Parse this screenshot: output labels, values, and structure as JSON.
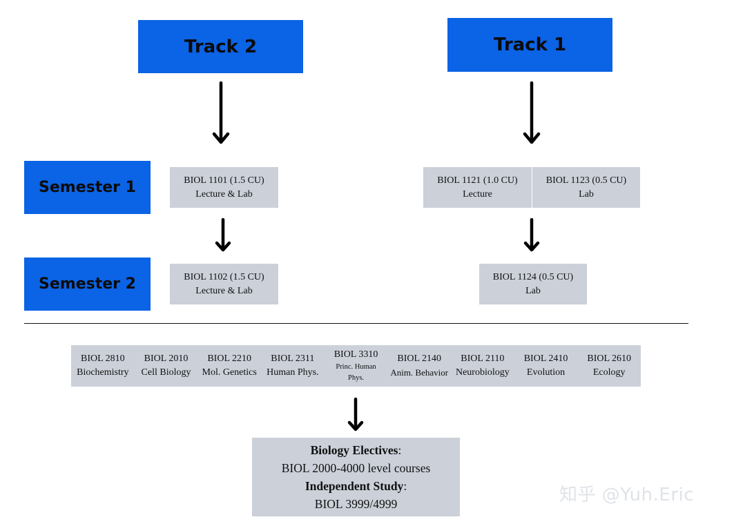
{
  "tracks": {
    "track2": "Track 2",
    "track1": "Track 1"
  },
  "semesters": {
    "s1": "Semester 1",
    "s2": "Semester 2"
  },
  "track2_courses": {
    "sem1": {
      "code": "BIOL 1101 (1.5 CU)",
      "desc": "Lecture & Lab"
    },
    "sem2": {
      "code": "BIOL 1102 (1.5 CU)",
      "desc": "Lecture & Lab"
    }
  },
  "track1_courses": {
    "sem1a": {
      "code": "BIOL 1121 (1.0 CU)",
      "desc": "Lecture"
    },
    "sem1b": {
      "code": "BIOL 1123 (0.5 CU)",
      "desc": "Lab"
    },
    "sem2": {
      "code": "BIOL 1124 (0.5 CU)",
      "desc": "Lab"
    }
  },
  "core_courses": [
    {
      "code": "BIOL 2810",
      "name": "Biochemistry"
    },
    {
      "code": "BIOL 2010",
      "name": "Cell Biology"
    },
    {
      "code": "BIOL 2210",
      "name": "Mol. Genetics"
    },
    {
      "code": "BIOL 2311",
      "name": "Human Phys."
    },
    {
      "code": "BIOL 3310",
      "name": "Princ. Human Phys."
    },
    {
      "code": "BIOL 2140",
      "name": "Anim. Behavior"
    },
    {
      "code": "BIOL 2110",
      "name": "Neurobiology"
    },
    {
      "code": "BIOL 2410",
      "name": "Evolution"
    },
    {
      "code": "BIOL 2610",
      "name": "Ecology"
    }
  ],
  "electives": {
    "title1": "Biology Electives",
    "line1": "BIOL 2000-4000 level courses",
    "title2": "Independent Study",
    "line2": "BIOL 3999/4999",
    "colon": ":"
  },
  "watermark": "知乎 @Yuh.Eric",
  "colors": {
    "blue": "#0b63e5",
    "gray": "#cbd0d9"
  }
}
